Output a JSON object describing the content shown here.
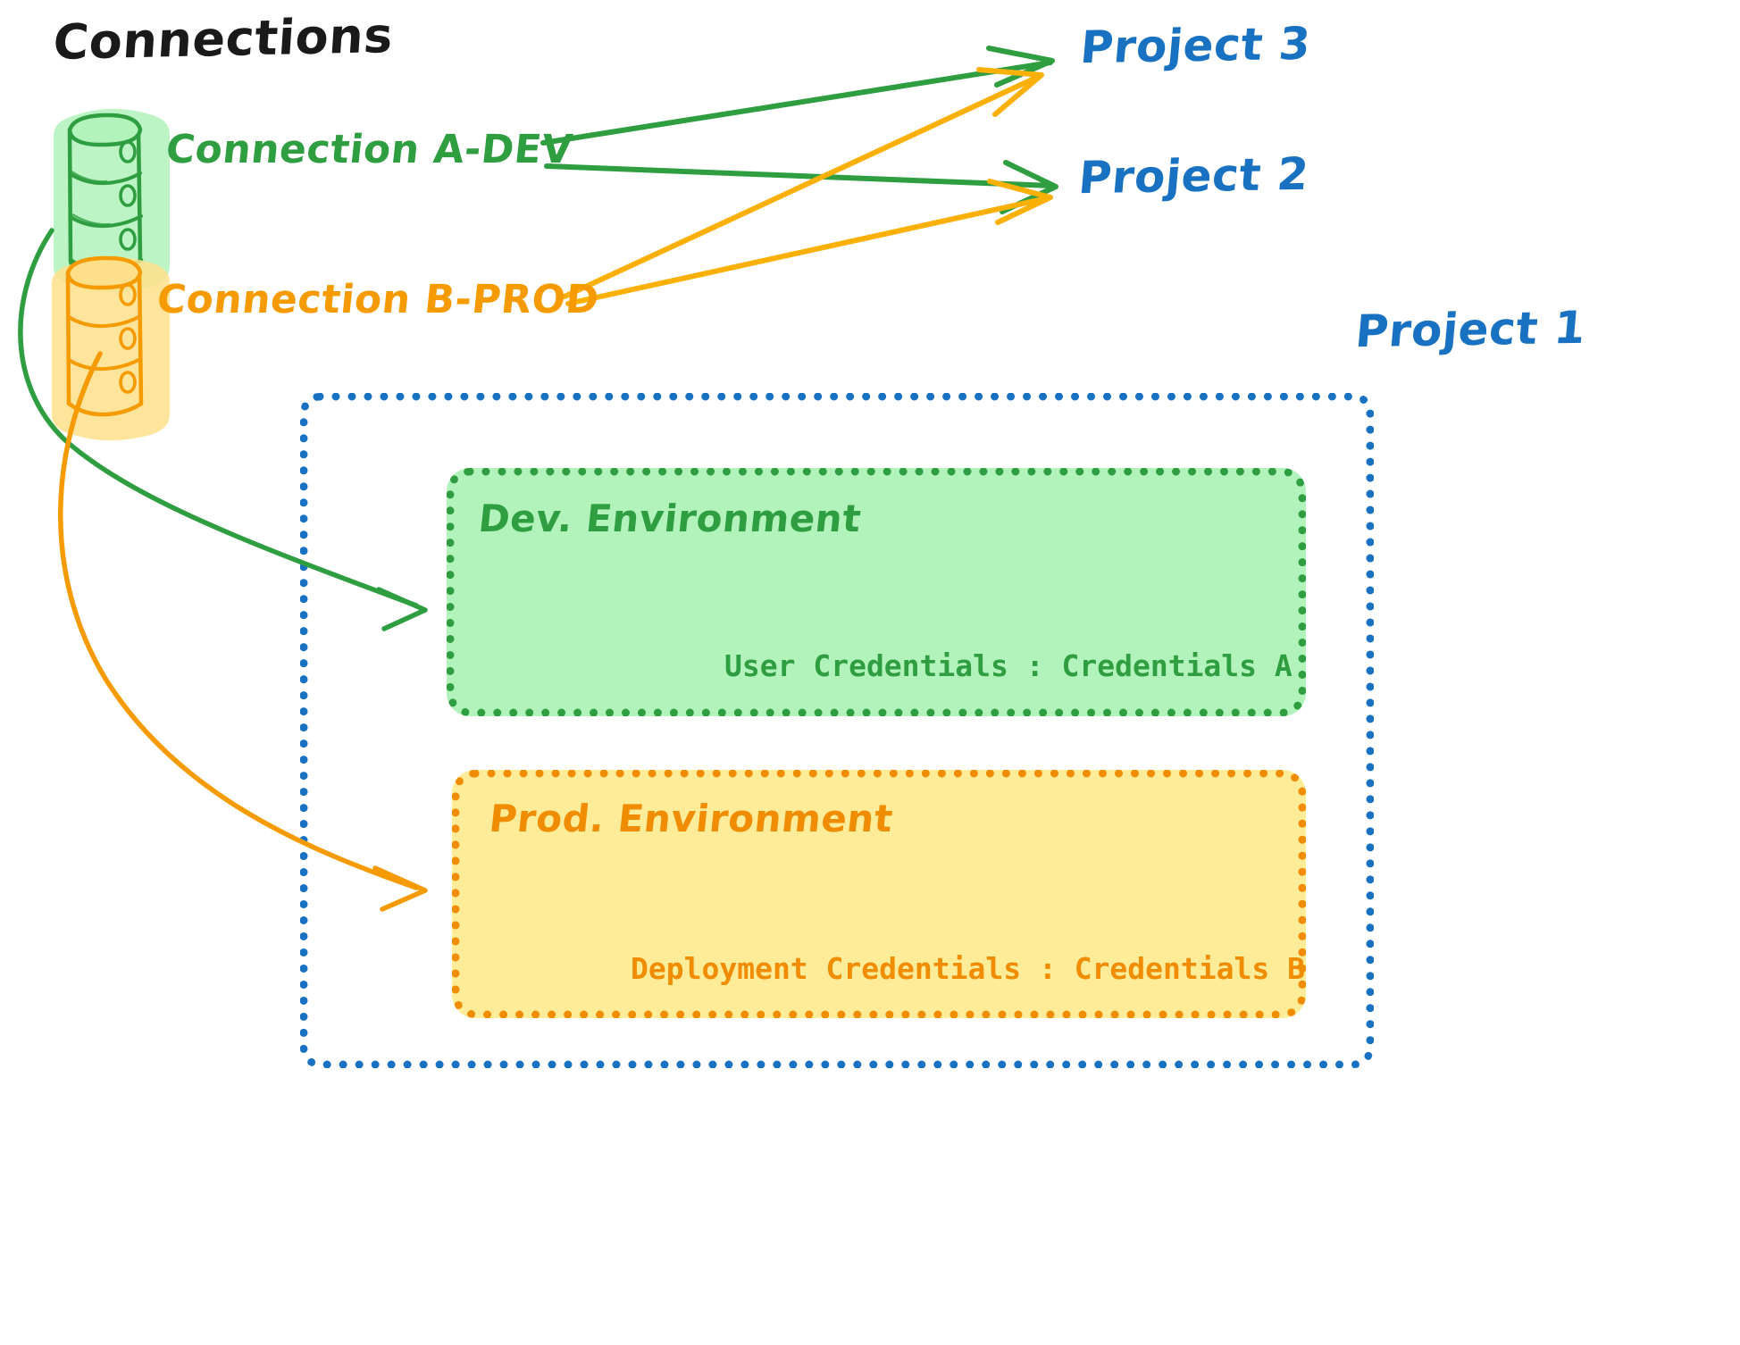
{
  "diagram": {
    "title": "Connections",
    "type": "architecture-diagram"
  },
  "connections": {
    "heading": "Connections",
    "items": [
      {
        "id": "connection-a-dev",
        "label": "Connection A-DEV",
        "icon": "database-icon",
        "color": "#2f9e41",
        "fill": "#b2f2bb"
      },
      {
        "id": "connection-b-prod",
        "label": "Connection B-PROD",
        "icon": "database-icon",
        "color": "#f59b00",
        "fill": "#ffe08a"
      }
    ]
  },
  "projects": [
    {
      "id": "project-3",
      "label": "Project 3",
      "color": "#1971c2"
    },
    {
      "id": "project-2",
      "label": "Project 2",
      "color": "#1971c2"
    },
    {
      "id": "project-1",
      "label": "Project 1",
      "color": "#1971c2"
    }
  ],
  "project_1": {
    "label": "Project 1",
    "border_color": "#1971c2",
    "environments": [
      {
        "id": "dev-environment",
        "title": "Dev. Environment",
        "credentials_label": "User Credentials",
        "credentials_separator": ":",
        "credentials_value": "Credentials A",
        "credentials_text": "User Credentials : Credentials A",
        "fill": "#b2f2bb",
        "border_color": "#2f9e41",
        "text_color": "#2f9e41"
      },
      {
        "id": "prod-environment",
        "title": "Prod. Environment",
        "credentials_label": "Deployment Credentials",
        "credentials_separator": ":",
        "credentials_value": "Credentials B",
        "credentials_text": "Deployment Credentials : Credentials B",
        "fill": "#ffec99",
        "border_color": "#f08c00",
        "text_color": "#f08c00"
      }
    ]
  },
  "edges": [
    {
      "id": "edge-a-dev-to-project-3",
      "from": "connection-a-dev",
      "to": "project-3",
      "color": "#2f9e41"
    },
    {
      "id": "edge-a-dev-to-project-2",
      "from": "connection-a-dev",
      "to": "project-2",
      "color": "#2f9e41"
    },
    {
      "id": "edge-b-prod-to-project-3",
      "from": "connection-b-prod",
      "to": "project-3",
      "color": "#fab005"
    },
    {
      "id": "edge-b-prod-to-project-2",
      "from": "connection-b-prod",
      "to": "project-2",
      "color": "#fab005"
    },
    {
      "id": "edge-a-dev-to-dev-environment",
      "from": "connection-a-dev",
      "to": "dev-environment",
      "color": "#2f9e41"
    },
    {
      "id": "edge-b-prod-to-prod-environment",
      "from": "connection-b-prod",
      "to": "prod-environment",
      "color": "#f59b00"
    }
  ],
  "colors": {
    "green_stroke": "#2f9e41",
    "green_fill": "#b2f2bb",
    "orange_stroke": "#f59b00",
    "orange_fill": "#ffe08a",
    "yellow_arrow": "#fab005",
    "blue": "#1971c2",
    "black": "#1a1a1a",
    "background": "#ffffff"
  }
}
